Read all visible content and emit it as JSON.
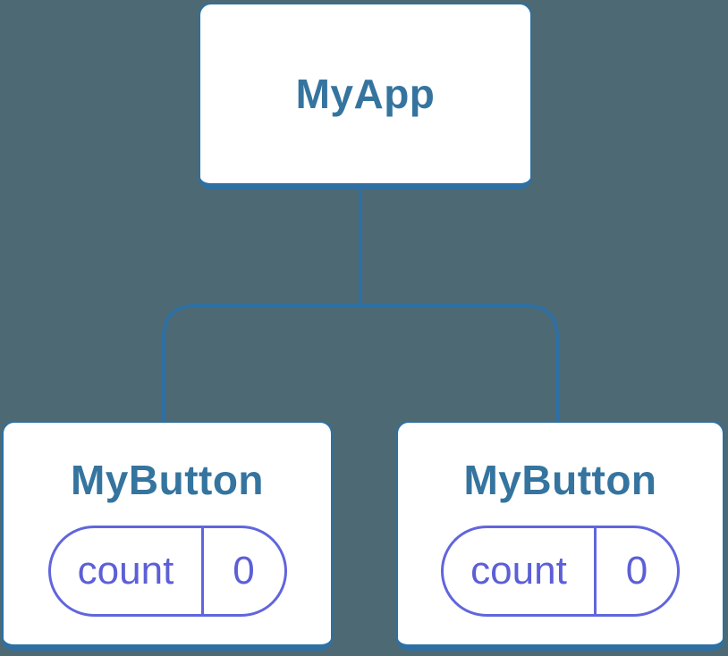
{
  "canvas": {
    "background": "#4d6974"
  },
  "colors": {
    "node_background": "#ffffff",
    "node_border": "#2e70a3",
    "connector_line": "#2e70a3",
    "title_text": "#35749f",
    "state_text": "#5c5fd6",
    "state_border": "#6165dd"
  },
  "diagram": {
    "type": "component-tree",
    "root": {
      "label": "MyApp"
    },
    "children": [
      {
        "label": "MyButton",
        "state": {
          "key": "count",
          "value": "0"
        }
      },
      {
        "label": "MyButton",
        "state": {
          "key": "count",
          "value": "0"
        }
      }
    ]
  }
}
